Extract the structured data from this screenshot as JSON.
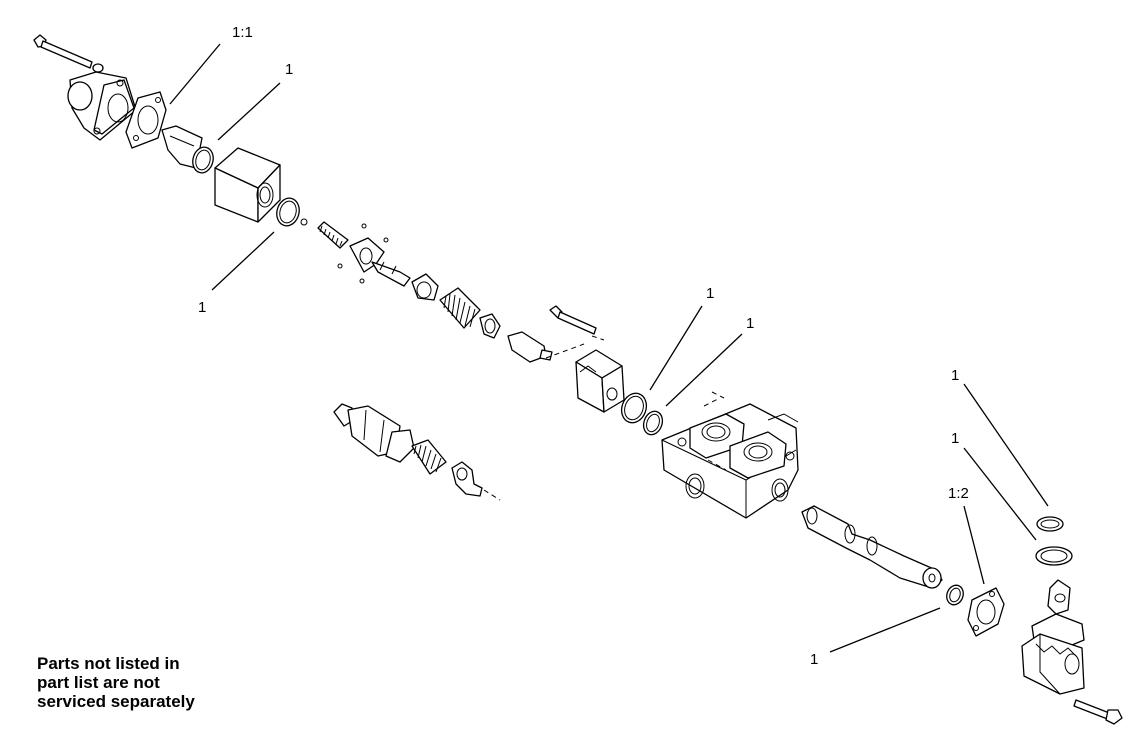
{
  "callouts": [
    {
      "id": "c1",
      "text": "1:1"
    },
    {
      "id": "c2",
      "text": "1"
    },
    {
      "id": "c3",
      "text": "1"
    },
    {
      "id": "c4",
      "text": "1"
    },
    {
      "id": "c5",
      "text": "1"
    },
    {
      "id": "c6",
      "text": "1"
    },
    {
      "id": "c7",
      "text": "1"
    },
    {
      "id": "c8",
      "text": "1:2"
    },
    {
      "id": "c9",
      "text": "1"
    }
  ],
  "note": {
    "line1": "Parts not listed in",
    "line2": "part list are not",
    "line3": "serviced separately"
  }
}
